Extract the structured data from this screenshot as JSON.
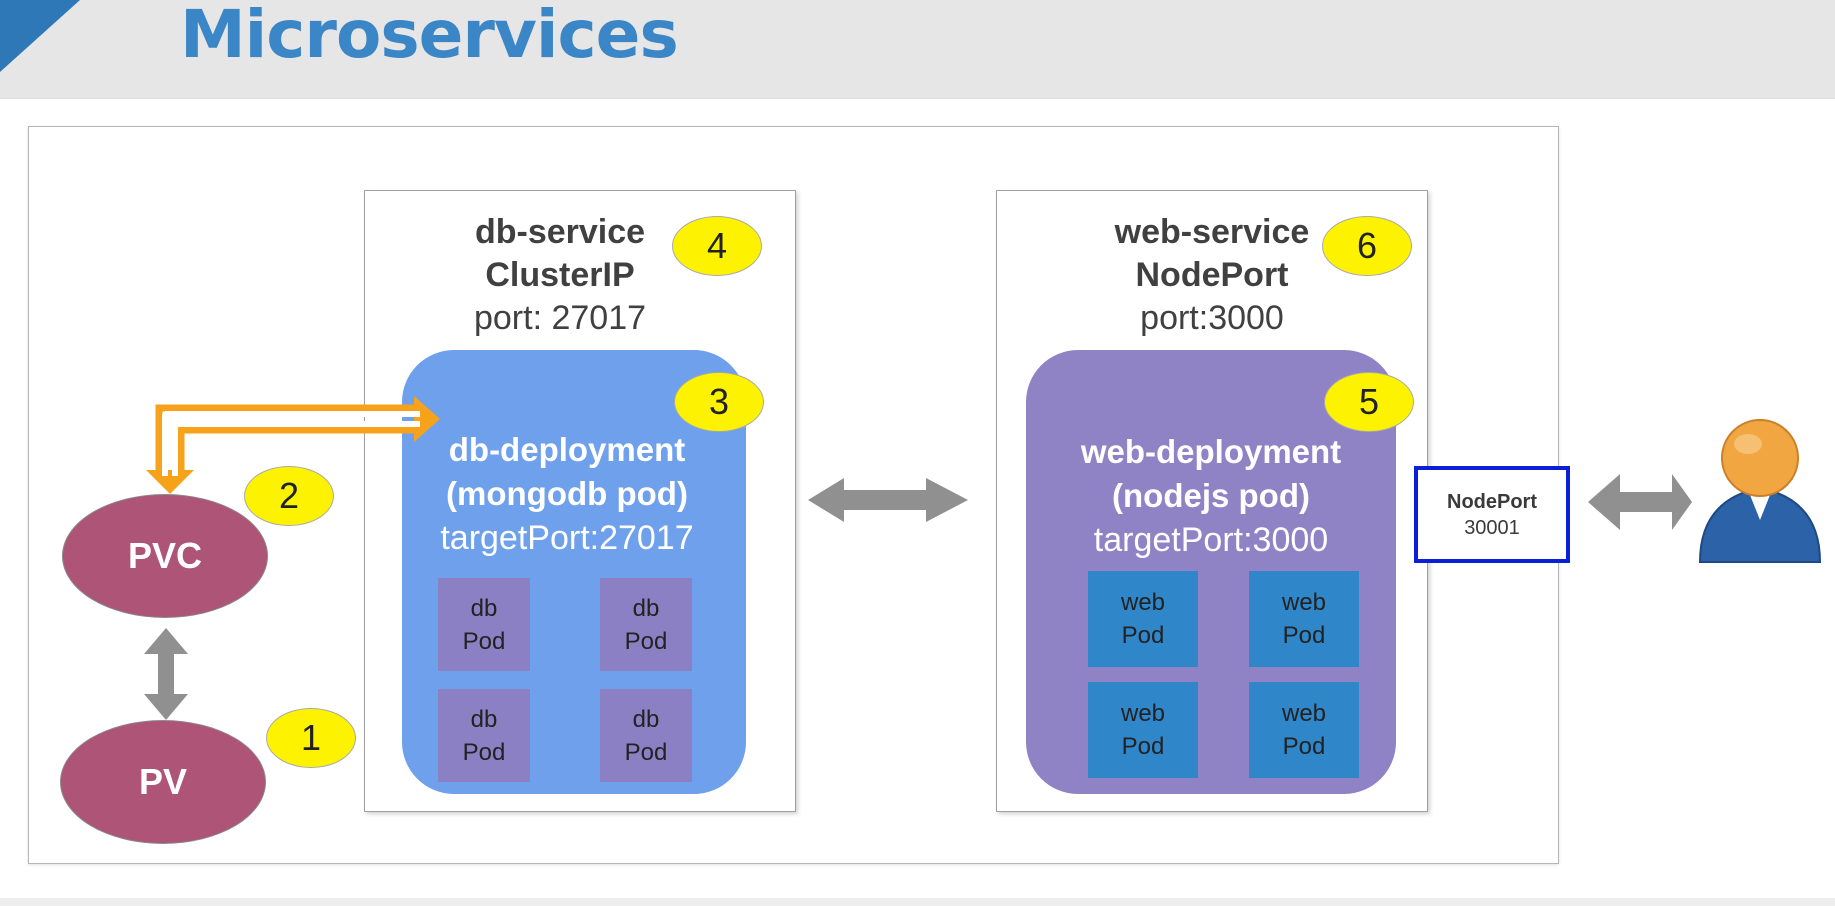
{
  "slide": {
    "title": "Microservices"
  },
  "db_service": {
    "name": "db-service",
    "type": "ClusterIP",
    "port": "port: 27017",
    "badge": "4",
    "deployment": {
      "title_line1": "db-deployment",
      "title_line2": "(mongodb pod)",
      "target_port": "targetPort:27017",
      "badge": "3",
      "pods": [
        {
          "line1": "db",
          "line2": "Pod"
        },
        {
          "line1": "db",
          "line2": "Pod"
        },
        {
          "line1": "db",
          "line2": "Pod"
        },
        {
          "line1": "db",
          "line2": "Pod"
        }
      ]
    }
  },
  "web_service": {
    "name": "web-service",
    "type": "NodePort",
    "port": "port:3000",
    "badge": "6",
    "deployment": {
      "title_line1": "web-deployment",
      "title_line2": "(nodejs pod)",
      "target_port": "targetPort:3000",
      "badge": "5",
      "pods": [
        {
          "line1": "web",
          "line2": "Pod"
        },
        {
          "line1": "web",
          "line2": "Pod"
        },
        {
          "line1": "web",
          "line2": "Pod"
        },
        {
          "line1": "web",
          "line2": "Pod"
        }
      ]
    }
  },
  "storage": {
    "pvc_label": "PVC",
    "pvc_badge": "2",
    "pv_label": "PV",
    "pv_badge": "1"
  },
  "nodeport": {
    "title": "NodePort",
    "port": "30001"
  },
  "colors": {
    "title": "#3b86c6",
    "db_deployment": "#6ea0ec",
    "web_deployment": "#8f82c5",
    "db_pod": "#8c80c5",
    "web_pod": "#2f86c9",
    "badge": "#fdf200",
    "storage_oval": "#ad5477",
    "pvc_arrow": "#f7a21b",
    "connector_arrow": "#909090",
    "nodeport_border": "#0b1fd6",
    "user_head": "#f2a641",
    "user_body": "#2b62a8"
  },
  "icons": {
    "user": "user-icon"
  }
}
